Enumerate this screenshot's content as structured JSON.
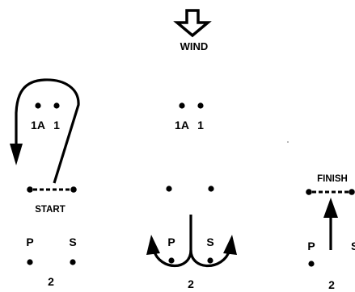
{
  "wind": {
    "label": "WIND",
    "icon": "arrow-down-outline-icon"
  },
  "panel_start": {
    "top_marks": {
      "left": "1A",
      "right": "1"
    },
    "line_label": "START",
    "bottom_marks": {
      "left": "P",
      "right": "S",
      "center": "2"
    }
  },
  "panel_middle": {
    "top_marks": {
      "left": "1A",
      "right": "1"
    },
    "bottom_marks": {
      "left": "P",
      "right": "S",
      "center": "2"
    }
  },
  "panel_finish": {
    "line_label": "FINISH",
    "bottom_marks": {
      "left": "P",
      "right": "S",
      "center": "2"
    }
  },
  "colors": {
    "ink": "#000000",
    "background": "#ffffff"
  }
}
